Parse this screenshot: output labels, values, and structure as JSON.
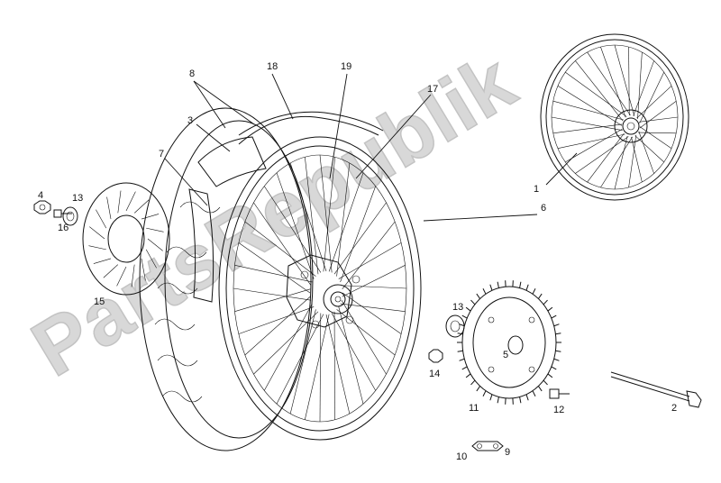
{
  "watermark": {
    "text": "PartsRepublik"
  },
  "callouts": [
    {
      "id": "1",
      "label": "1"
    },
    {
      "id": "2",
      "label": "2"
    },
    {
      "id": "3",
      "label": "3"
    },
    {
      "id": "4",
      "label": "4"
    },
    {
      "id": "5",
      "label": "5"
    },
    {
      "id": "6",
      "label": "6"
    },
    {
      "id": "7",
      "label": "7"
    },
    {
      "id": "8",
      "label": "8"
    },
    {
      "id": "9",
      "label": "9"
    },
    {
      "id": "10",
      "label": "10"
    },
    {
      "id": "11",
      "label": "11"
    },
    {
      "id": "12",
      "label": "12"
    },
    {
      "id": "13a",
      "label": "13"
    },
    {
      "id": "13b",
      "label": "13"
    },
    {
      "id": "14",
      "label": "14"
    },
    {
      "id": "15",
      "label": "15"
    },
    {
      "id": "16",
      "label": "16"
    },
    {
      "id": "17",
      "label": "17"
    },
    {
      "id": "18",
      "label": "18"
    },
    {
      "id": "19",
      "label": "19"
    }
  ]
}
